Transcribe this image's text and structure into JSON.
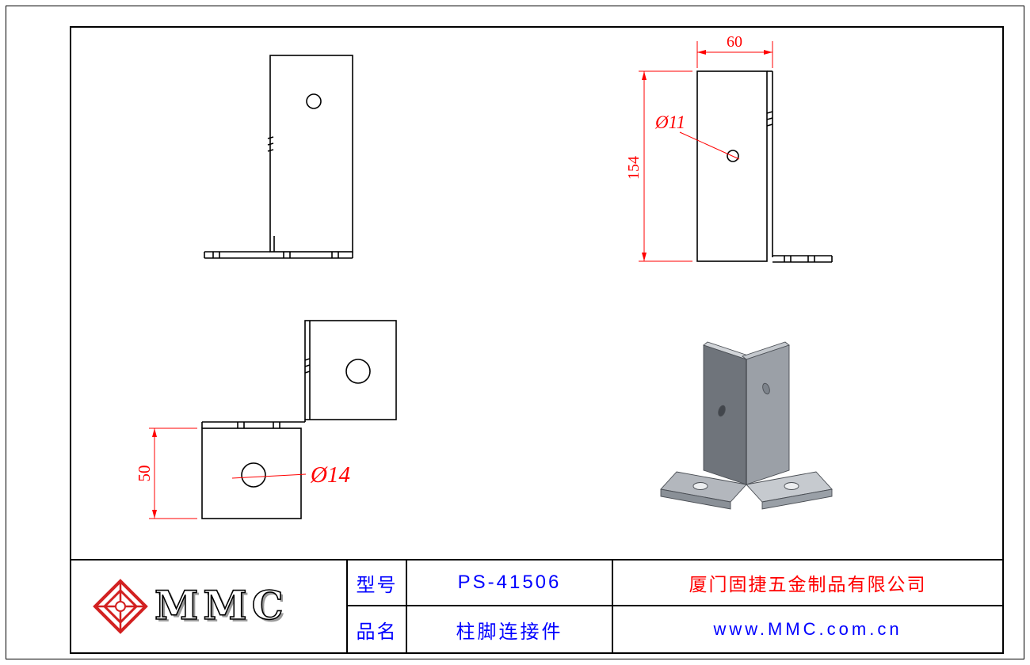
{
  "colors": {
    "line": "#000000",
    "dimension": "#ff0000",
    "accent_blue": "#0000ff",
    "company_red": "#ff0000",
    "iso_face_dark": "#6f747b",
    "iso_face_light": "#9ba0a7",
    "iso_base": "#b8bcc2"
  },
  "dimensions": {
    "side_width": "60",
    "side_height": "154",
    "side_hole": "Ø11",
    "top_height": "50",
    "top_hole": "Ø14"
  },
  "title_block": {
    "logo_text": "MMC",
    "model_label": "型号",
    "model_value": "PS-41506",
    "company": "厦门固捷五金制品有限公司",
    "name_label": "品名",
    "name_value": "柱脚连接件",
    "website": "www.MMC.com.cn"
  }
}
